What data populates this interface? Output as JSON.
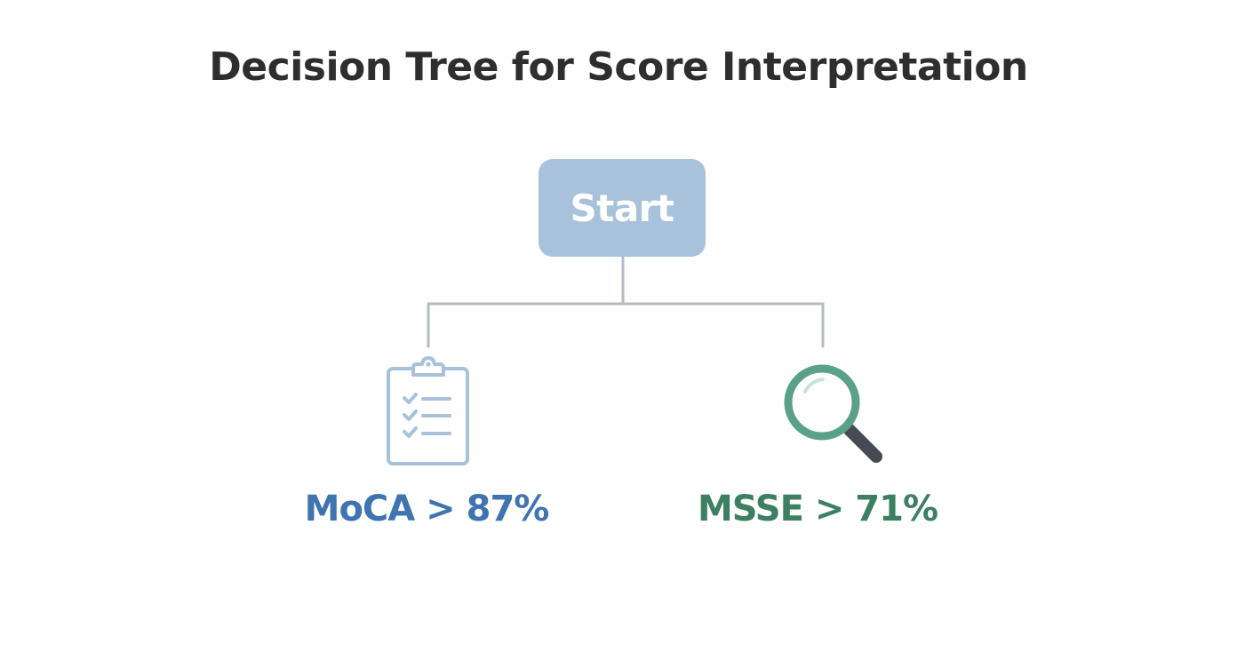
{
  "title": "Decision Tree for Score Interpretation",
  "start": {
    "label": "Start",
    "color": "#a7c2da"
  },
  "connector_color": "#b5bbc2",
  "branches": [
    {
      "label": "MoCA > 87%",
      "icon": "clipboard-checklist-icon",
      "color": "#3f74b1",
      "icon_color": "#a7c2da"
    },
    {
      "label": "MSSE > 71%",
      "icon": "magnifying-glass-icon",
      "color": "#3c7f63",
      "icon_color": "#5aa08a"
    }
  ],
  "title_color": "#2e2e2e"
}
